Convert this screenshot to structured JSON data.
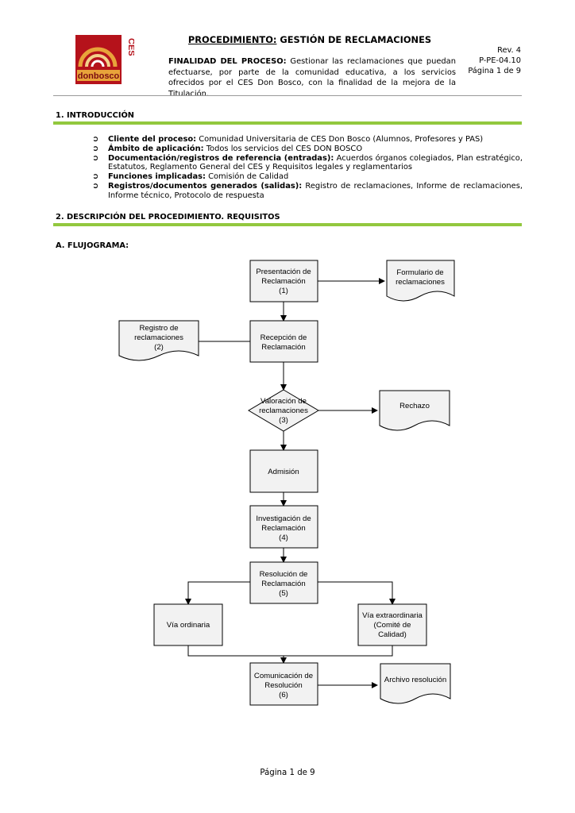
{
  "header": {
    "logo_text": "donbosco",
    "logo_side_text": "CES",
    "title_underlined": "PROCEDIMIENTO:",
    "title_rest": " GESTIÓN DE RECLAMACIONES",
    "purpose_label": "FINALIDAD DEL PROCESO:",
    "purpose_text": " Gestionar las reclamaciones que puedan efectuarse, por parte de la comunidad educativa, a los servicios ofrecidos por el CES Don Bosco, con la finalidad de la mejora de la Titulación.",
    "rev": "Rev. 4",
    "code": "P-PE-04.10",
    "page": "Página 1 de 9",
    "colors": {
      "accent_green": "#92c83e",
      "logo_red": "#b5121b",
      "logo_orange": "#e8a33a"
    }
  },
  "section1": {
    "heading": "1.  INTRODUCCIÓN",
    "items": [
      {
        "label": "Cliente del proceso:",
        "text": " Comunidad Universitaria de CES Don Bosco (Alumnos, Profesores y PAS)"
      },
      {
        "label": "Ámbito de aplicación:",
        "text": " Todos los servicios del CES DON BOSCO"
      },
      {
        "label": "Documentación/registros de referencia (entradas):",
        "text": " Acuerdos órganos colegiados, Plan estratégico, Estatutos, Reglamento General del CES y Requisitos legales y reglamentarios"
      },
      {
        "label": "Funciones implicadas:",
        "text": " Comisión de Calidad"
      },
      {
        "label": "Registros/documentos generados (salidas):",
        "text": " Registro de reclamaciones, Informe de reclamaciones, Informe técnico, Protocolo de respuesta"
      }
    ]
  },
  "section2": {
    "heading": "2.  DESCRIPCIÓN DEL PROCEDIMIENTO. REQUISITOS",
    "subheading": "A.   FLUJOGRAMA:"
  },
  "flowchart": {
    "presentacion": [
      "Presentación de",
      "Reclamación",
      "(1)"
    ],
    "formulario": [
      "Formulario de",
      "reclamaciones"
    ],
    "registro": [
      "Registro de",
      "reclamaciones",
      "(2)"
    ],
    "recepcion": [
      "Recepción de",
      "Reclamación"
    ],
    "valoracion": [
      "Valoración de",
      "reclamaciones",
      "(3)"
    ],
    "rechazo": [
      "Rechazo"
    ],
    "admision": [
      "Admisión"
    ],
    "investigacion": [
      "Investigación de",
      "Reclamación",
      "(4)"
    ],
    "resolucion": [
      "Resolución de",
      "Reclamación",
      "(5)"
    ],
    "via_ordinaria": [
      "Vía ordinaria"
    ],
    "via_extra": [
      "Vía extraordinaria",
      "(Comité de",
      "Calidad)"
    ],
    "comunicacion": [
      "Comunicación de",
      "Resolución",
      "(6)"
    ],
    "archivo": [
      "Archivo resolución"
    ]
  },
  "footer": {
    "page": "Página 1 de 9"
  }
}
